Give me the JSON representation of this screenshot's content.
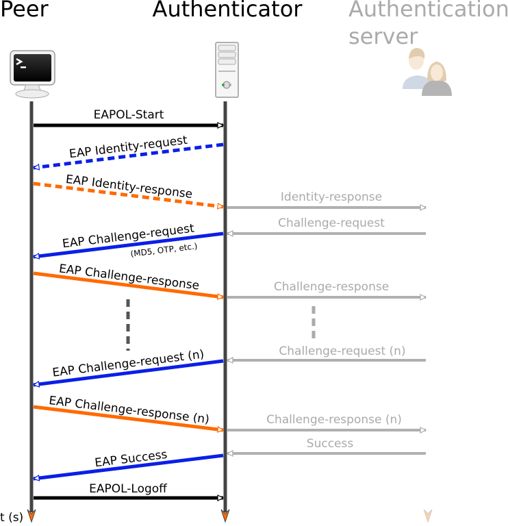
{
  "colors": {
    "black": "#000000",
    "blue": "#0a1fe6",
    "orange": "#ff6a00",
    "gray": "#b0b0b0",
    "lifeline": "#444444",
    "server_text": "#aaaaaa"
  },
  "actors": [
    {
      "name": "Peer",
      "icon": "terminal-monitor-icon"
    },
    {
      "name": "Authenticator",
      "icon": "server-tower-icon"
    },
    {
      "name_line1": "Authentication",
      "name_line2": "server",
      "icon": "users-icon"
    }
  ],
  "time_axis_label": "t (s)",
  "messages": [
    {
      "label": "EAPOL-Start",
      "from": "Peer",
      "to": "Authenticator",
      "color": "black",
      "style": "solid"
    },
    {
      "label": "EAP Identity-request",
      "from": "Authenticator",
      "to": "Peer",
      "color": "blue",
      "style": "dashed"
    },
    {
      "label": "EAP Identity-response",
      "from": "Peer",
      "to": "Authenticator",
      "color": "orange",
      "style": "dashed"
    },
    {
      "label": "Identity-response",
      "from": "Authenticator",
      "to": "Authentication server",
      "color": "gray",
      "style": "solid"
    },
    {
      "label": "Challenge-request",
      "from": "Authentication server",
      "to": "Authenticator",
      "color": "gray",
      "style": "solid"
    },
    {
      "label": "EAP Challenge-request",
      "sublabel": "(MD5, OTP, etc.)",
      "from": "Authenticator",
      "to": "Peer",
      "color": "blue",
      "style": "solid"
    },
    {
      "label": "EAP Challenge-response",
      "from": "Peer",
      "to": "Authenticator",
      "color": "orange",
      "style": "solid"
    },
    {
      "label": "Challenge-response",
      "from": "Authenticator",
      "to": "Authentication server",
      "color": "gray",
      "style": "solid"
    },
    {
      "label": "Challenge-request (n)",
      "from": "Authentication server",
      "to": "Authenticator",
      "color": "gray",
      "style": "solid"
    },
    {
      "label": "EAP Challenge-request (n)",
      "from": "Authenticator",
      "to": "Peer",
      "color": "blue",
      "style": "solid"
    },
    {
      "label": "EAP Challenge-response (n)",
      "from": "Peer",
      "to": "Authenticator",
      "color": "orange",
      "style": "solid"
    },
    {
      "label": "Challenge-response (n)",
      "from": "Authenticator",
      "to": "Authentication server",
      "color": "gray",
      "style": "solid"
    },
    {
      "label": "Success",
      "from": "Authentication server",
      "to": "Authenticator",
      "color": "gray",
      "style": "solid"
    },
    {
      "label": "EAP Success",
      "from": "Authenticator",
      "to": "Peer",
      "color": "blue",
      "style": "solid"
    },
    {
      "label": "EAPOL-Logoff",
      "from": "Peer",
      "to": "Authenticator",
      "color": "black",
      "style": "solid"
    }
  ]
}
